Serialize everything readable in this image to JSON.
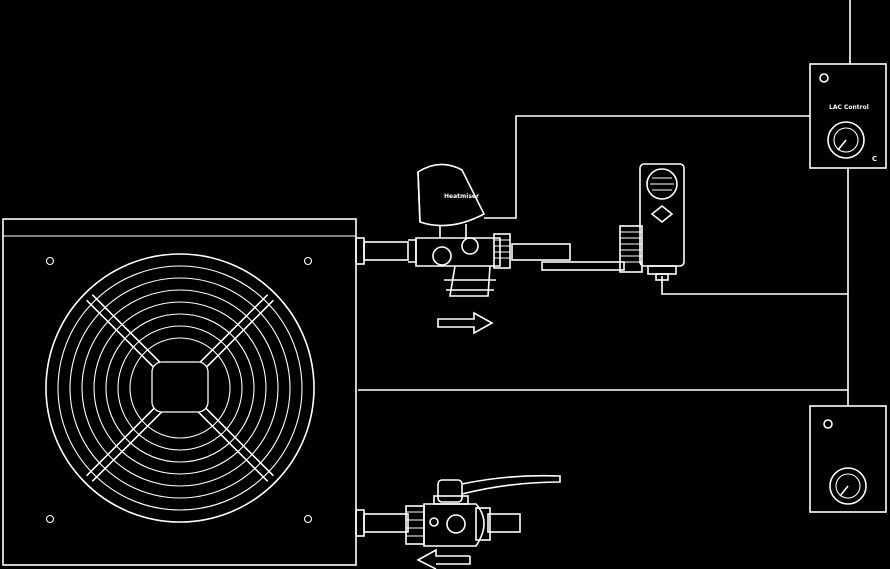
{
  "diagram": {
    "background_color": "#000000",
    "line_color": "#ffffff",
    "components": {
      "fan_coil_unit": {},
      "thermostatic_actuator": {
        "brand_text": "Heatmiser"
      },
      "control_unit_top": {
        "label": "LAC Control",
        "unit_mark": "C"
      },
      "control_unit_bottom": {},
      "pipe_thermostat": {},
      "ball_valve": {}
    },
    "flow_arrows": [
      {
        "direction": "right"
      },
      {
        "direction": "left"
      }
    ]
  }
}
